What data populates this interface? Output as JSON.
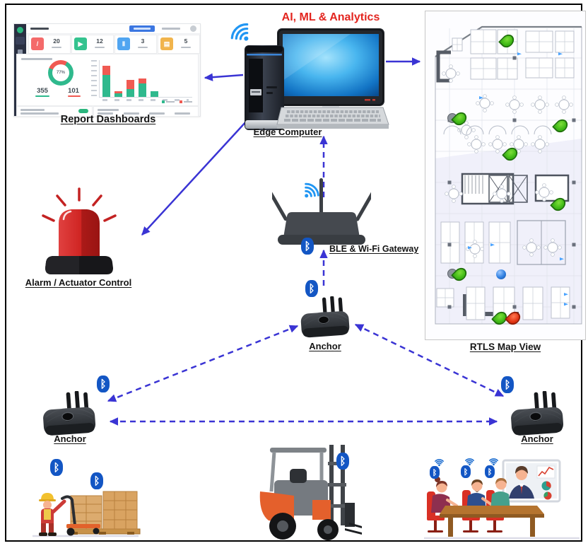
{
  "frame": {
    "border_color": "#000000",
    "background": "#ffffff"
  },
  "title": {
    "text": "AI, ML & Analytics",
    "color": "#e3251f"
  },
  "labels": {
    "report_dashboards": "Report Dashboards",
    "edge_computer": "Edge Computer",
    "rtls_map_view": "RTLS Map View",
    "alarm_control": "Alarm / Actuator Control",
    "gateway": "BLE & Wi-Fi Gateway",
    "anchor_center": "Anchor",
    "anchor_left": "Anchor",
    "anchor_right": "Anchor"
  },
  "icons": {
    "bluetooth_glyph": "ᛒ"
  },
  "colors": {
    "arrow": "#3a34d4",
    "bluetooth": "#1356c4",
    "wifi": "#2196f3",
    "marker_green": "#3fb915",
    "marker_red": "#e23313",
    "marker_blue": "#2f7fe0"
  },
  "dashboard": {
    "stats": [
      {
        "value": "20",
        "color": "#f46a6a",
        "glyph": "/"
      },
      {
        "value": "12",
        "color": "#34c38f",
        "glyph": "▶"
      },
      {
        "value": "3",
        "color": "#50a5f1",
        "glyph": "Ⅱ"
      },
      {
        "value": "5",
        "color": "#f1b44c",
        "glyph": "▤"
      }
    ],
    "donut_center": "77%",
    "total_left": "355",
    "total_right": "101",
    "chart_data": {
      "type": "stacked-bar",
      "series": [
        {
          "name": "bottom-green",
          "color": "#2fb98d",
          "values": [
            31,
            5,
            11,
            19,
            8
          ]
        },
        {
          "name": "top-red",
          "color": "#f05a52",
          "values": [
            13,
            3,
            13,
            7,
            0
          ]
        }
      ]
    }
  },
  "map": {
    "markers": [
      {
        "x": 50.4,
        "y": 8.6,
        "type": "green"
      },
      {
        "x": 20.8,
        "y": 32.3,
        "type": "green",
        "gray": true
      },
      {
        "x": 84.2,
        "y": 34.5,
        "type": "green"
      },
      {
        "x": 52.7,
        "y": 43.1,
        "type": "green"
      },
      {
        "x": 82.9,
        "y": 58.4,
        "type": "green"
      },
      {
        "x": 20.8,
        "y": 79.7,
        "type": "green",
        "gray": true
      },
      {
        "x": 47.3,
        "y": 80.2,
        "type": "blue"
      },
      {
        "x": 46.0,
        "y": 93.1,
        "type": "green"
      },
      {
        "x": 54.4,
        "y": 93.1,
        "type": "red"
      }
    ]
  }
}
